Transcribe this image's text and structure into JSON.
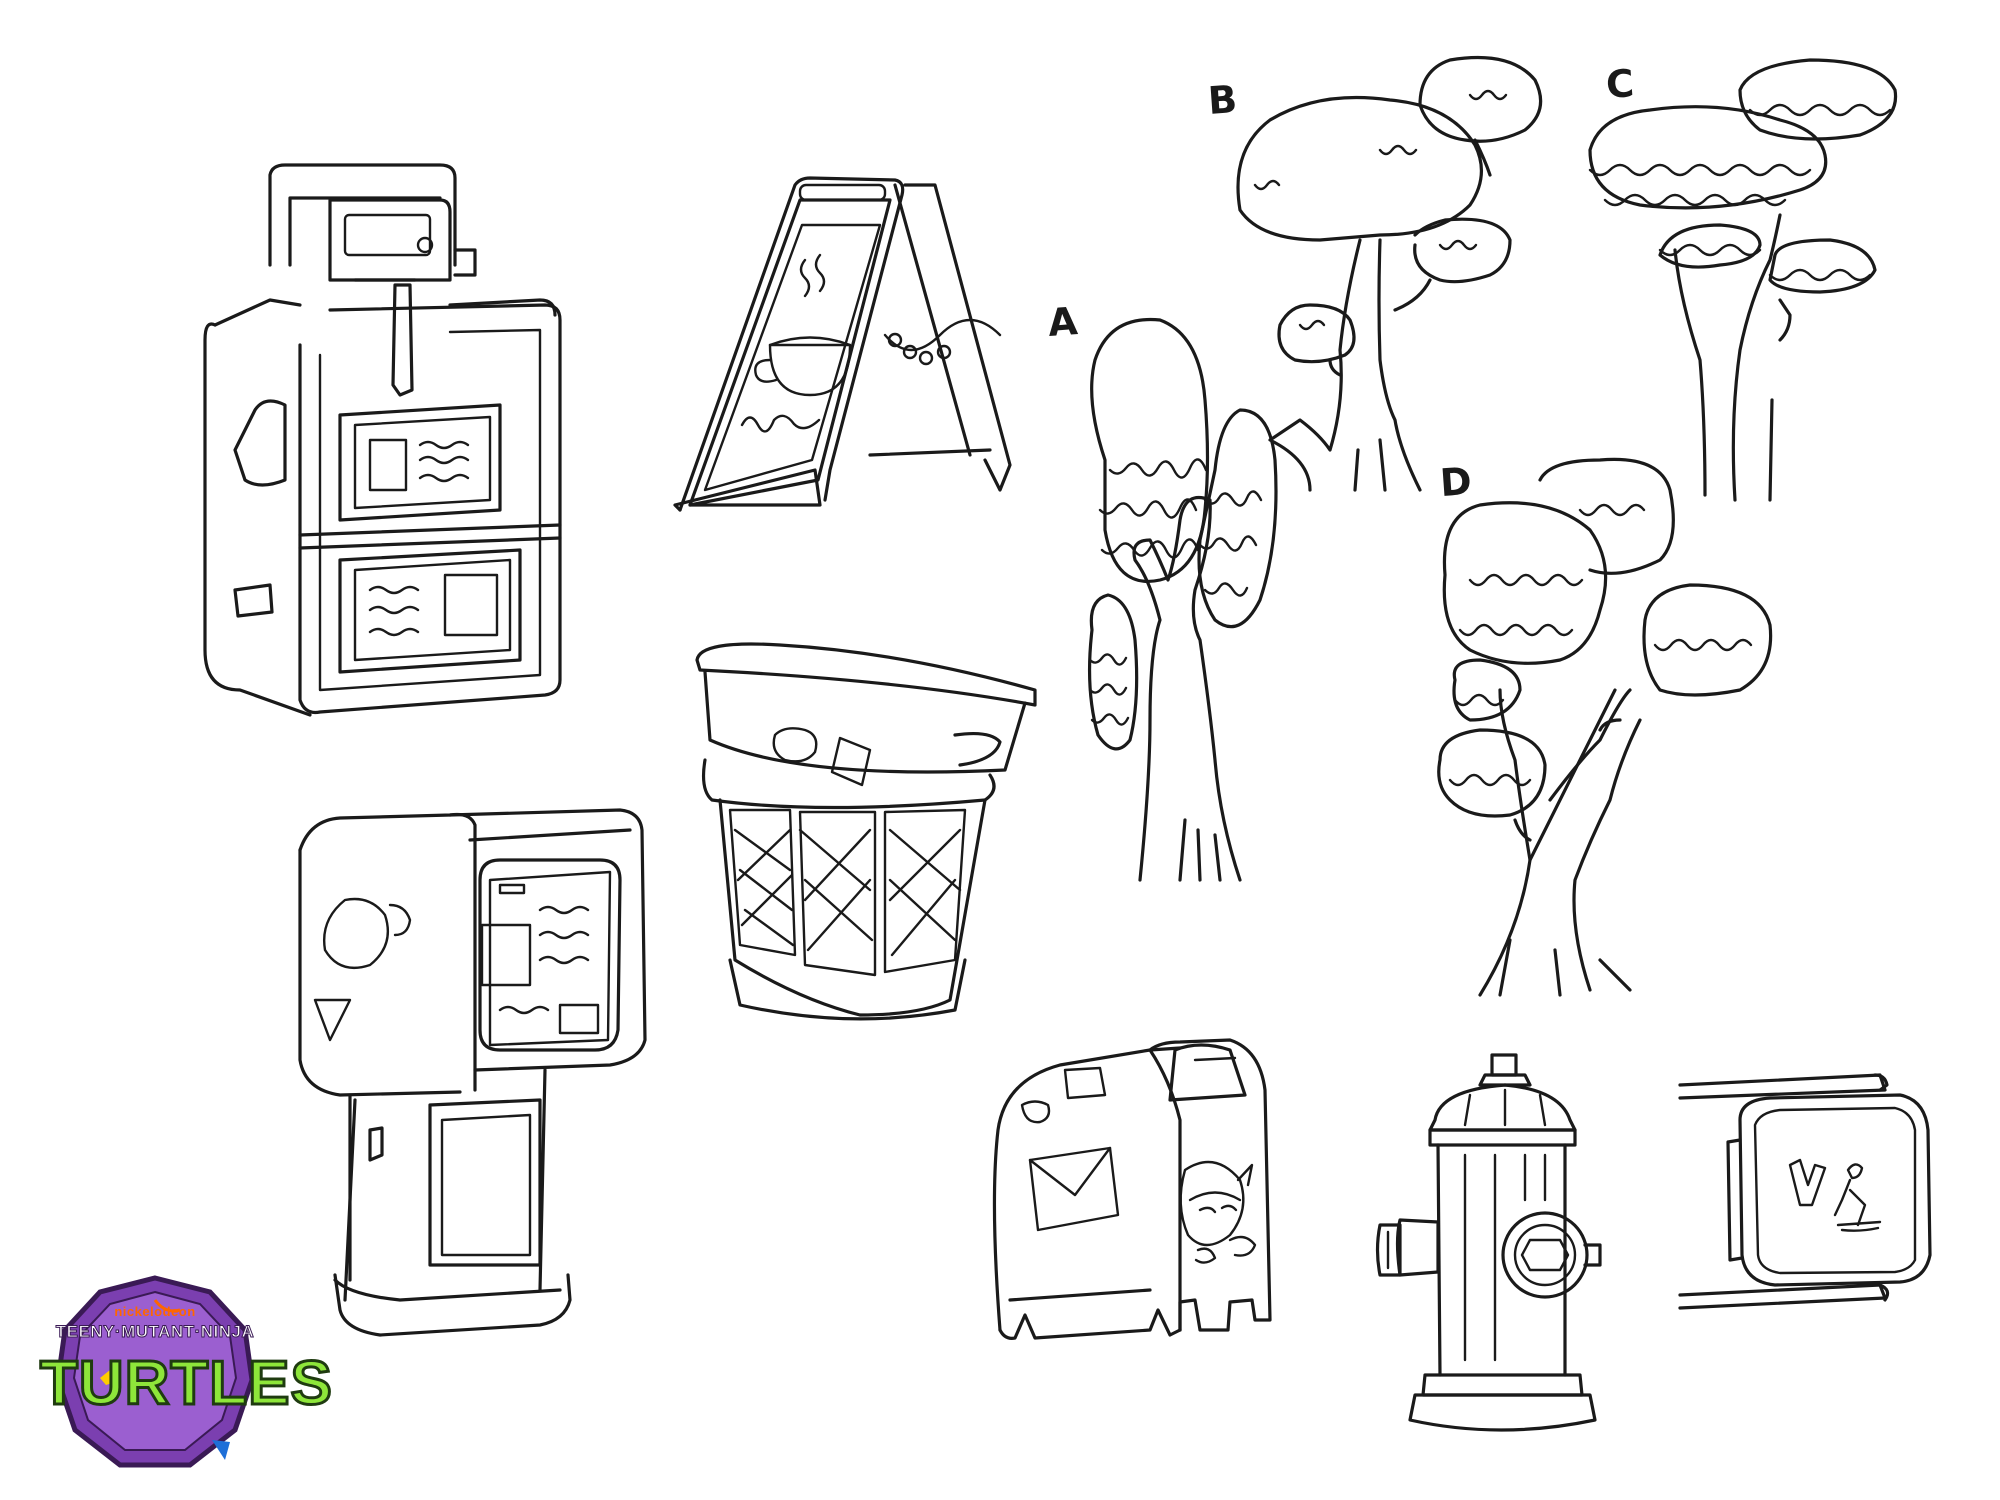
{
  "labels": {
    "tree_a": "A",
    "tree_b": "B",
    "tree_c": "C",
    "tree_d": "D"
  },
  "logo": {
    "brand": "nickelodeon",
    "line1": "TEENY·MUTANT·NINJA",
    "line2": "TURTLES"
  },
  "colors": {
    "ink": "#1a1a1a",
    "paper": "#ffffff",
    "logo_green": "#8ee63a",
    "logo_purple": "#7b3fb0",
    "logo_orange": "#ff6600"
  },
  "icons": [
    "coffee-cup-icon",
    "envelope-icon",
    "turtle-mask-icon",
    "pedestrian-signal-icon"
  ]
}
